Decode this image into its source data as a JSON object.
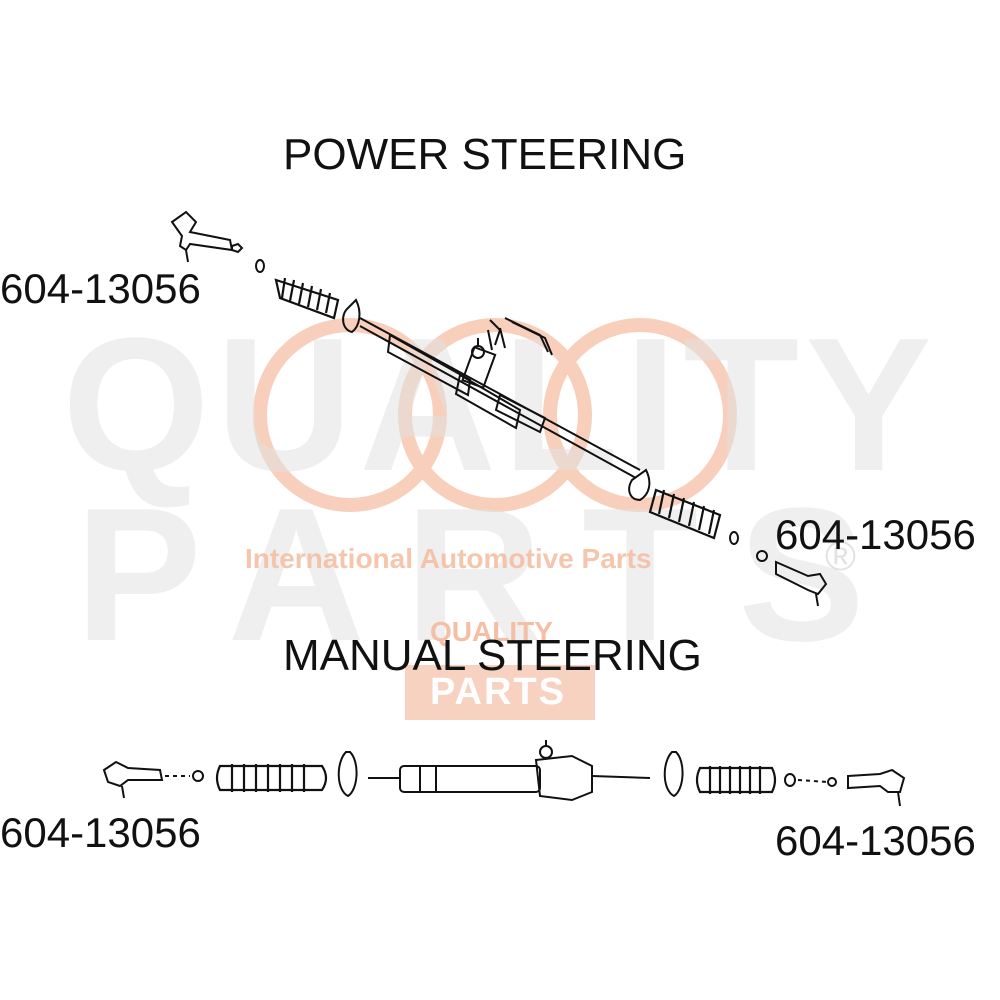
{
  "titles": {
    "power": "POWER STEERING",
    "manual": "MANUAL STEERING"
  },
  "parts": {
    "power_left": "604-13056",
    "power_right": "604-13056",
    "manual_left": "604-13056",
    "manual_right": "604-13056"
  },
  "watermark": {
    "line1": "QUALITY",
    "line2": "PARTS",
    "tagline": "International Automotive Parts",
    "registered": "®",
    "badge_top": "QUALITY",
    "badge_bottom": "PARTS",
    "color_gray": "#dcdcdc",
    "color_orange": "#f6c7b0"
  }
}
